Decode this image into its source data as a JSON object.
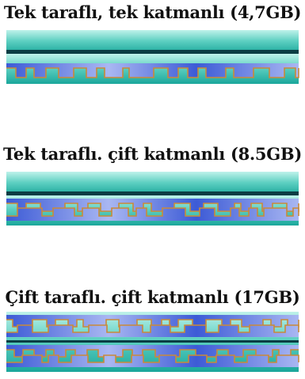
{
  "diagrams": [
    {
      "title": "Tek taraflı, tek katmanlı (4,7GB)",
      "sides": 1,
      "layers": 1
    },
    {
      "title": "Tek taraflı. çift katmanlı (8.5GB)",
      "sides": 1,
      "layers": 2
    },
    {
      "title": "Çift taraflı. çift katmanlı (17GB)",
      "sides": 2,
      "layers": 2
    }
  ],
  "colors": {
    "substrate_light": "#bff2ea",
    "substrate_mid": "#5fd0c2",
    "substrate_dark": "#1aa79b",
    "bond_line": "#0b3d44",
    "data_layer_dark": "#3d5bd6",
    "data_layer_light": "#a9b7f2",
    "reflective_edge": "#c98a3a"
  }
}
